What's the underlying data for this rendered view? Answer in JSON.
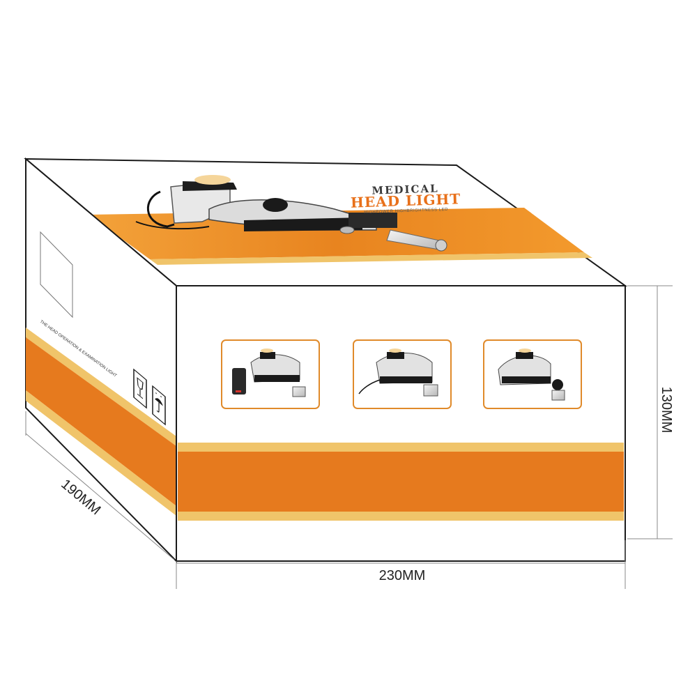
{
  "box": {
    "brand": {
      "line1": "MEDICAL",
      "line2": "HEAD LIGHT",
      "tagline": "HIGHPOWER HIGHBRIGHTNESS LED"
    },
    "side_text": "THE HEAD OPERATION & EXAMINATION LIGHT",
    "colors": {
      "orange": "#e67a1e",
      "light_orange": "#f0c46a",
      "outline": "#1a1a1a",
      "thumb_border": "#e08a2a"
    },
    "icons": [
      "fragile-glass-icon",
      "keep-dry-umbrella-icon"
    ],
    "product_thumbnails": [
      {
        "name": "headlight-with-battery"
      },
      {
        "name": "headlight-with-cable"
      },
      {
        "name": "headlight-with-filter"
      }
    ]
  },
  "dimensions": {
    "width_label": "230MM",
    "depth_label": "190MM",
    "height_label": "130MM"
  }
}
